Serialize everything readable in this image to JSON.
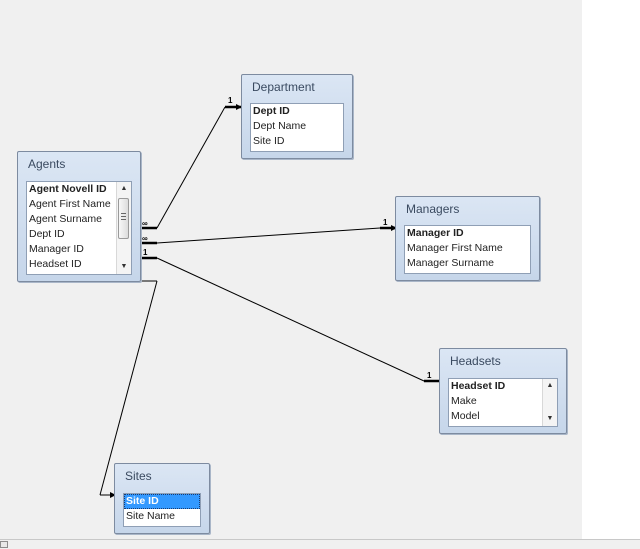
{
  "tables": {
    "agents": {
      "title": "Agents",
      "fields": [
        "Agent Novell ID",
        "Agent First Name",
        "Agent Surname",
        "Dept ID",
        "Manager ID",
        "Headset ID"
      ]
    },
    "department": {
      "title": "Department",
      "fields": [
        "Dept ID",
        "Dept Name",
        "Site ID"
      ]
    },
    "managers": {
      "title": "Managers",
      "fields": [
        "Manager ID",
        "Manager First Name",
        "Manager Surname"
      ]
    },
    "headsets": {
      "title": "Headsets",
      "fields": [
        "Headset ID",
        "Make",
        "Model"
      ]
    },
    "sites": {
      "title": "Sites",
      "fields": [
        "Site ID",
        "Site Name"
      ]
    }
  },
  "relationships": {
    "many_label": "∞",
    "one_label": "1"
  },
  "icons": {
    "scroll_up": "up-arrow-icon",
    "scroll_down": "down-arrow-icon"
  }
}
